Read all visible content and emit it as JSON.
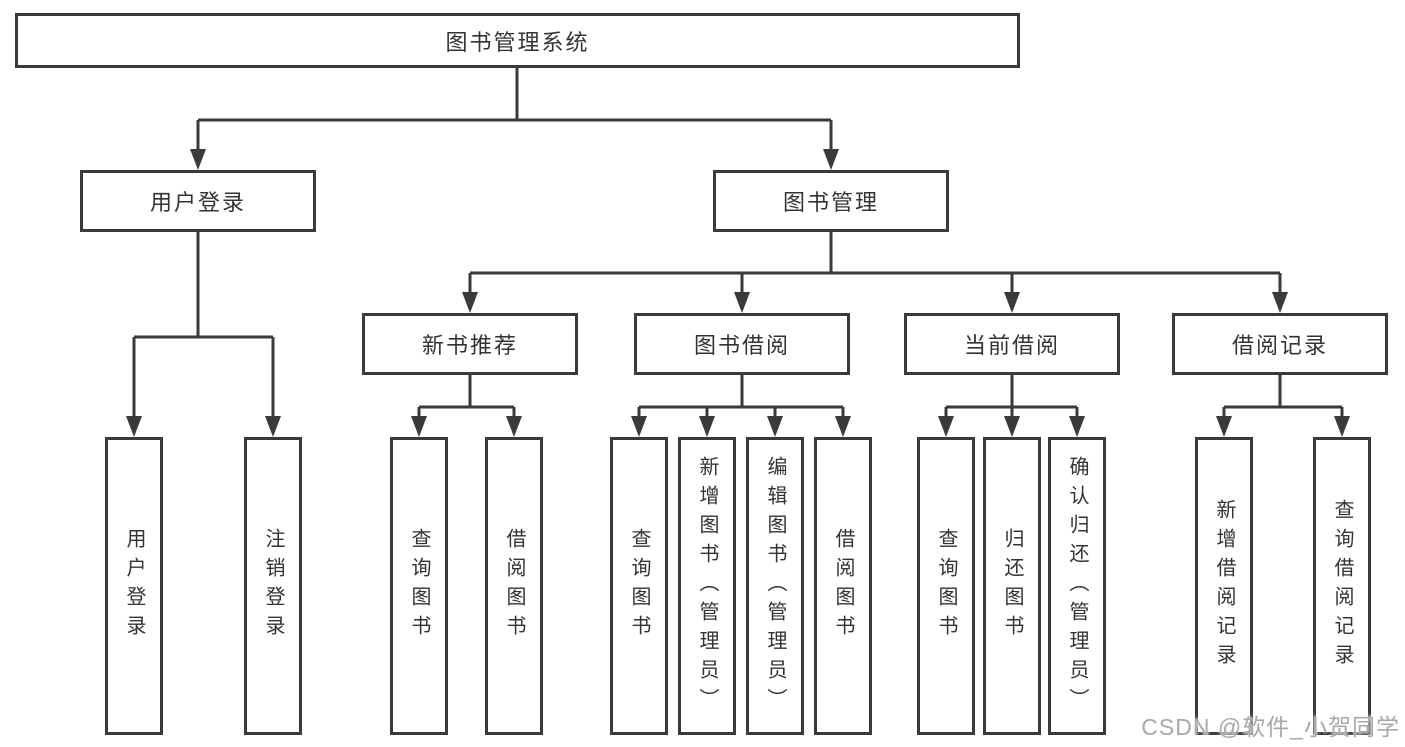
{
  "tree": {
    "label": "图书管理系统",
    "children": [
      {
        "label": "用户登录",
        "children": [
          {
            "label": "用户登录"
          },
          {
            "label": "注销登录"
          }
        ]
      },
      {
        "label": "图书管理",
        "children": [
          {
            "label": "新书推荐",
            "children": [
              {
                "label": "查询图书"
              },
              {
                "label": "借阅图书"
              }
            ]
          },
          {
            "label": "图书借阅",
            "children": [
              {
                "label": "查询图书"
              },
              {
                "label": "新增图书（管理员）"
              },
              {
                "label": "编辑图书（管理员）"
              },
              {
                "label": "借阅图书"
              }
            ]
          },
          {
            "label": "当前借阅",
            "children": [
              {
                "label": "查询图书"
              },
              {
                "label": "归还图书"
              },
              {
                "label": "确认归还（管理员）"
              }
            ]
          },
          {
            "label": "借阅记录",
            "children": [
              {
                "label": "新增借阅记录"
              },
              {
                "label": "查询借阅记录"
              }
            ]
          }
        ]
      }
    ]
  },
  "watermark": {
    "text": "CSDN @软件_小贺同学"
  },
  "colors": {
    "line": "#3a3a3a",
    "text": "#333333",
    "box_fill": "#ffffff",
    "watermark": "#a8a8a8"
  }
}
